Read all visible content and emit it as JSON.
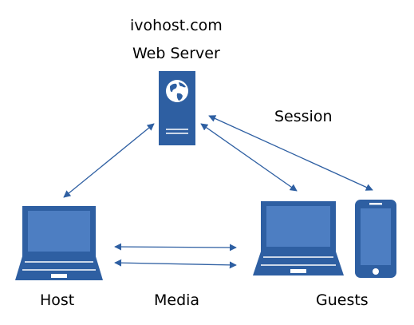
{
  "server": {
    "domain": "ivohost.com",
    "title": "Web Server"
  },
  "labels": {
    "session": "Session",
    "host": "Host",
    "media": "Media",
    "guests": "Guests"
  },
  "icons": {
    "server": "server-tower-icon",
    "globe": "globe-icon",
    "host_device": "laptop-icon",
    "guest_laptop": "laptop-icon",
    "guest_phone": "smartphone-icon"
  },
  "colors": {
    "icon_fill": "#2E5FA2",
    "screen_fill": "#4D7EC2",
    "arrow": "#2E5FA2",
    "text": "#000000",
    "background": "#FFFFFF"
  }
}
